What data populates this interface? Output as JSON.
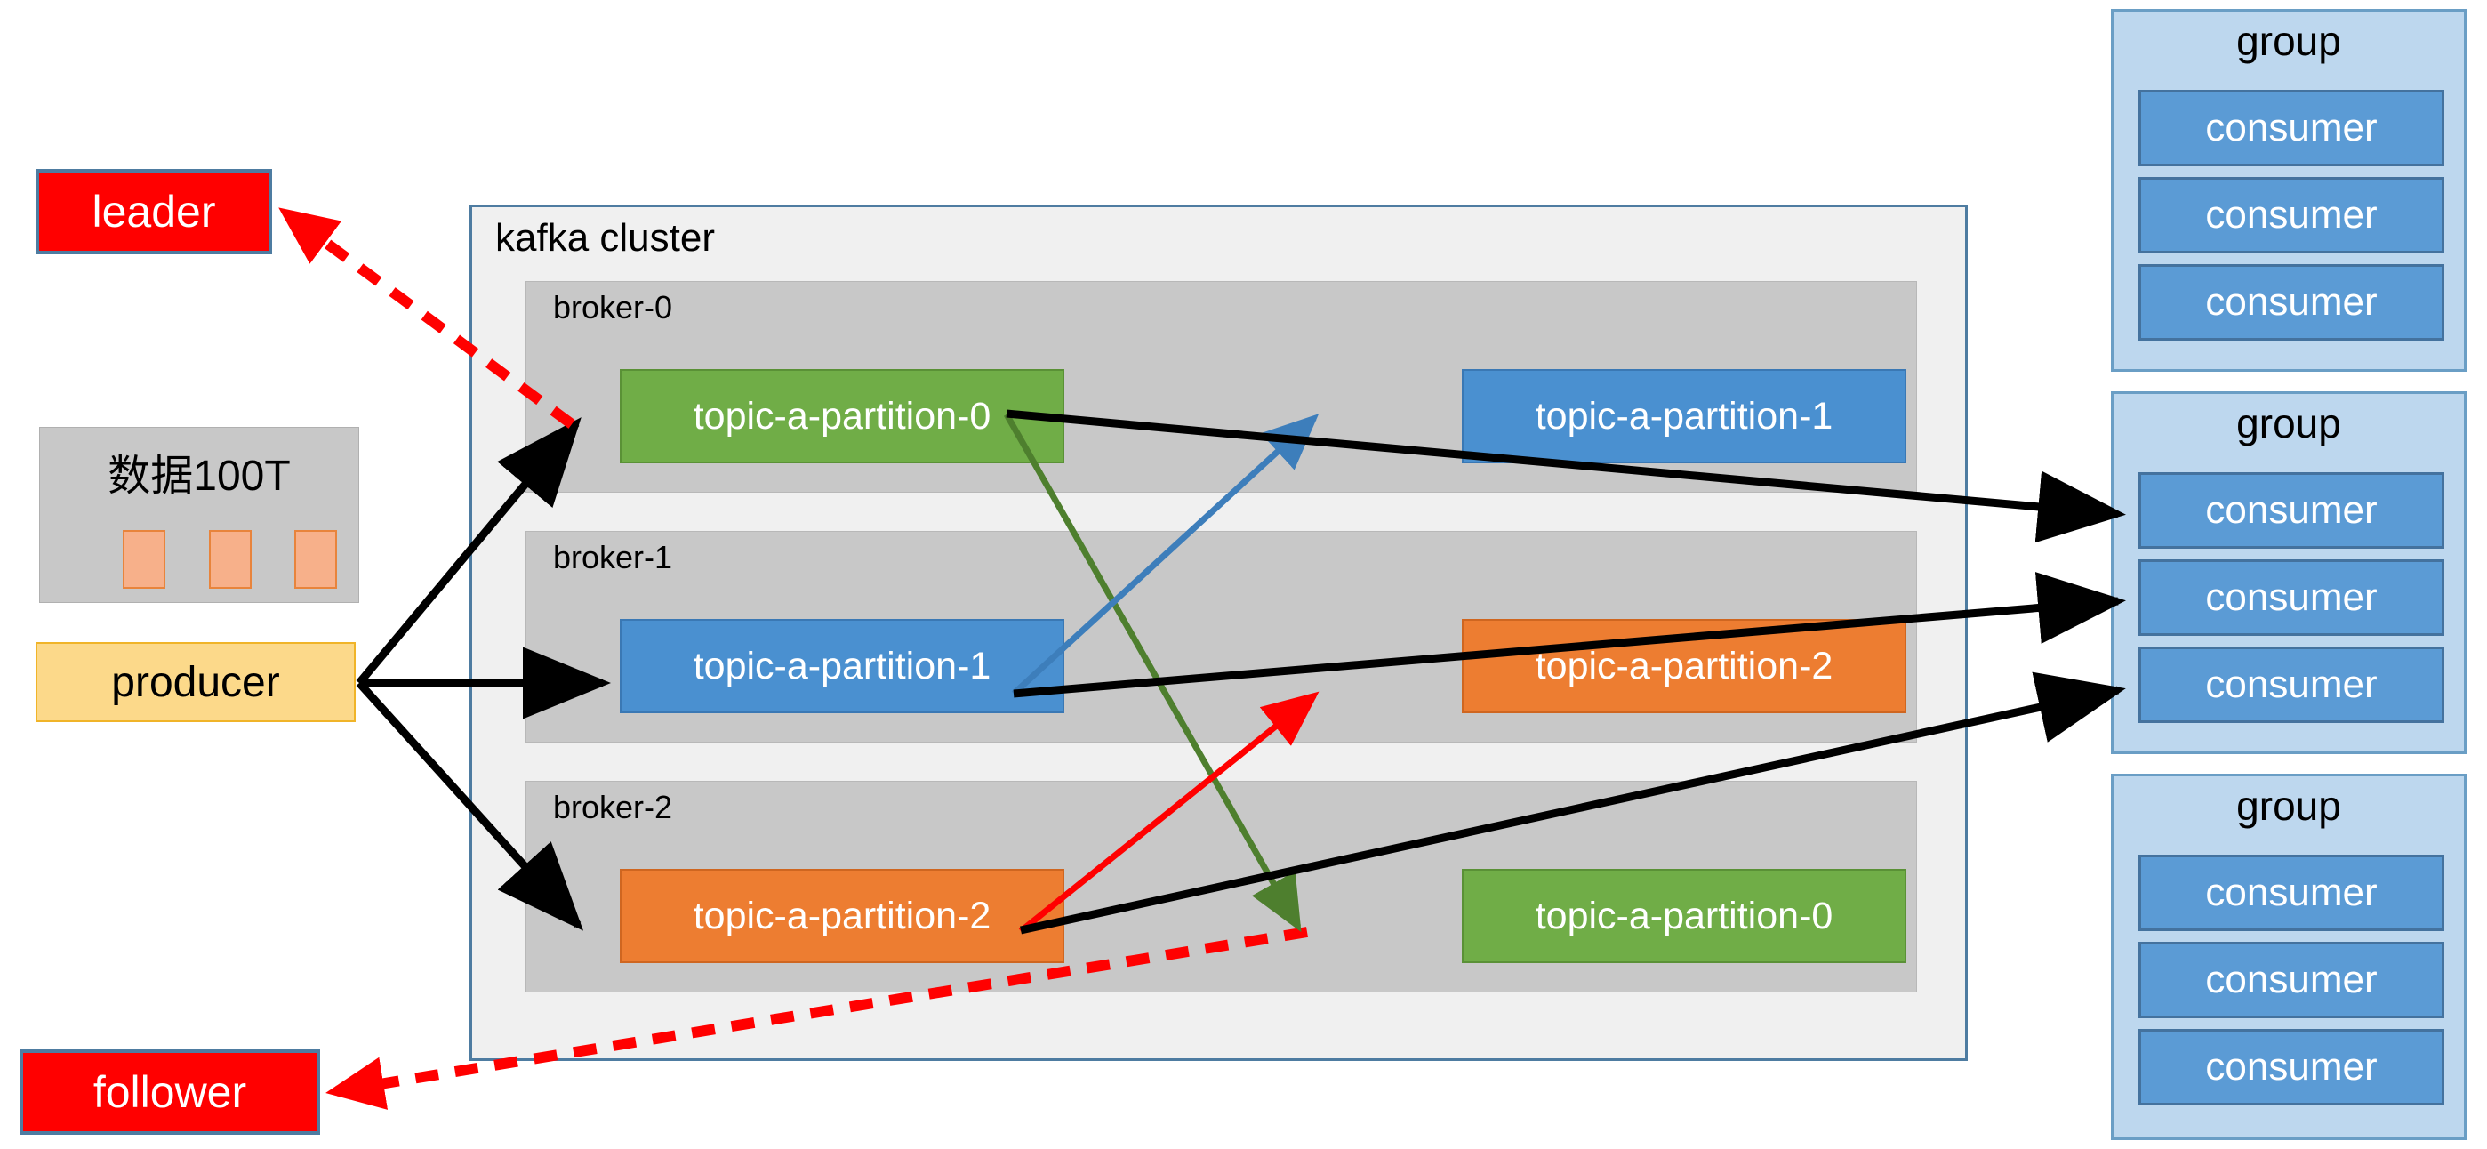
{
  "diagram": {
    "title": "kafka cluster topic partition replication and consumer groups"
  },
  "legend": {
    "leader_label": "leader",
    "follower_label": "follower"
  },
  "data_store": {
    "title": "数据100T",
    "chips": [
      "chip-1",
      "chip-2",
      "chip-3"
    ]
  },
  "producer": {
    "label": "producer"
  },
  "cluster": {
    "label": "kafka cluster",
    "brokers": [
      {
        "label": "broker-0",
        "partitions": [
          {
            "label": "topic-a-partition-0",
            "color": "green"
          },
          {
            "label": "topic-a-partition-1",
            "color": "blue"
          }
        ]
      },
      {
        "label": "broker-1",
        "partitions": [
          {
            "label": "topic-a-partition-1",
            "color": "blue"
          },
          {
            "label": "topic-a-partition-2",
            "color": "orange"
          }
        ]
      },
      {
        "label": "broker-2",
        "partitions": [
          {
            "label": "topic-a-partition-2",
            "color": "orange"
          },
          {
            "label": "topic-a-partition-0",
            "color": "green"
          }
        ]
      }
    ]
  },
  "consumer_groups": [
    {
      "title": "group",
      "consumers": [
        "consumer",
        "consumer",
        "consumer"
      ]
    },
    {
      "title": "group",
      "consumers": [
        "consumer",
        "consumer",
        "consumer"
      ]
    },
    {
      "title": "group",
      "consumers": [
        "consumer",
        "consumer",
        "consumer"
      ]
    }
  ],
  "colors": {
    "leader_fill": "#ff0000",
    "follower_fill": "#ff0000",
    "producer_fill": "#fcd98a",
    "cluster_fill": "#f0f0f0",
    "cluster_border": "#4e7ca1",
    "broker_fill": "#c8c8c8",
    "partition_green": "#70ad47",
    "partition_blue": "#4a90d0",
    "partition_orange": "#ed7d31",
    "group_fill": "#bdd7ee",
    "group_border": "#6a9ec5",
    "consumer_fill": "#5b9bd5",
    "consumer_border": "#44729e",
    "arrow_black": "#000000",
    "arrow_red": "#ff0000",
    "arrow_green": "#4e7f2e",
    "arrow_blue": "#3d7ebb",
    "data_chip": "#f7b08a"
  },
  "arrows": {
    "producer_to_partition0": "producer -> topic-a-partition-0 (broker-0)",
    "producer_to_partition1": "producer -> topic-a-partition-1 (broker-1)",
    "producer_to_partition2": "producer -> topic-a-partition-2 (broker-2)",
    "leader_dashed": "topic-a-partition-0 (broker-0) -> leader",
    "follower_dashed": "topic-a-partition-0 (broker-2) -> follower",
    "replicate_green": "topic-a-partition-0 (broker-0) -> topic-a-partition-0 (broker-2)",
    "replicate_blue": "topic-a-partition-1 (broker-1) -> topic-a-partition-1 (broker-0)",
    "replicate_red": "topic-a-partition-2 (broker-2) -> topic-a-partition-2 (broker-1)",
    "consume_1": "topic-a-partition-0 (broker-0) -> group-2 consumer 1",
    "consume_2": "topic-a-partition-1 (broker-1) -> group-2 consumer 2",
    "consume_3": "topic-a-partition-2 (broker-2) -> group-2 consumer 3"
  }
}
